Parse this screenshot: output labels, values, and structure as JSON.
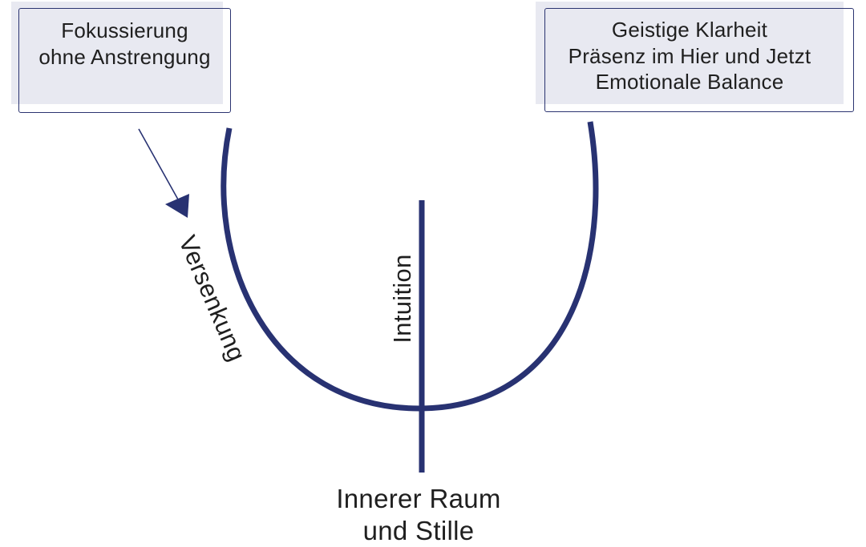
{
  "left_box": {
    "lines": [
      "Fokussierung",
      "ohne Anstrengung"
    ]
  },
  "right_box": {
    "lines": [
      "Geistige Klarheit",
      "Präsenz im Hier und Jetzt",
      "Emotionale Balance"
    ]
  },
  "arrow_label": "Versenkung",
  "vertical_label": "Intuition",
  "bottom_label": {
    "lines": [
      "Innerer Raum",
      "und Stille"
    ]
  },
  "colors": {
    "curve": "#283272",
    "box_fill": "#e8e9f1",
    "box_border": "#2b3470",
    "text": "#1f1f1f"
  }
}
